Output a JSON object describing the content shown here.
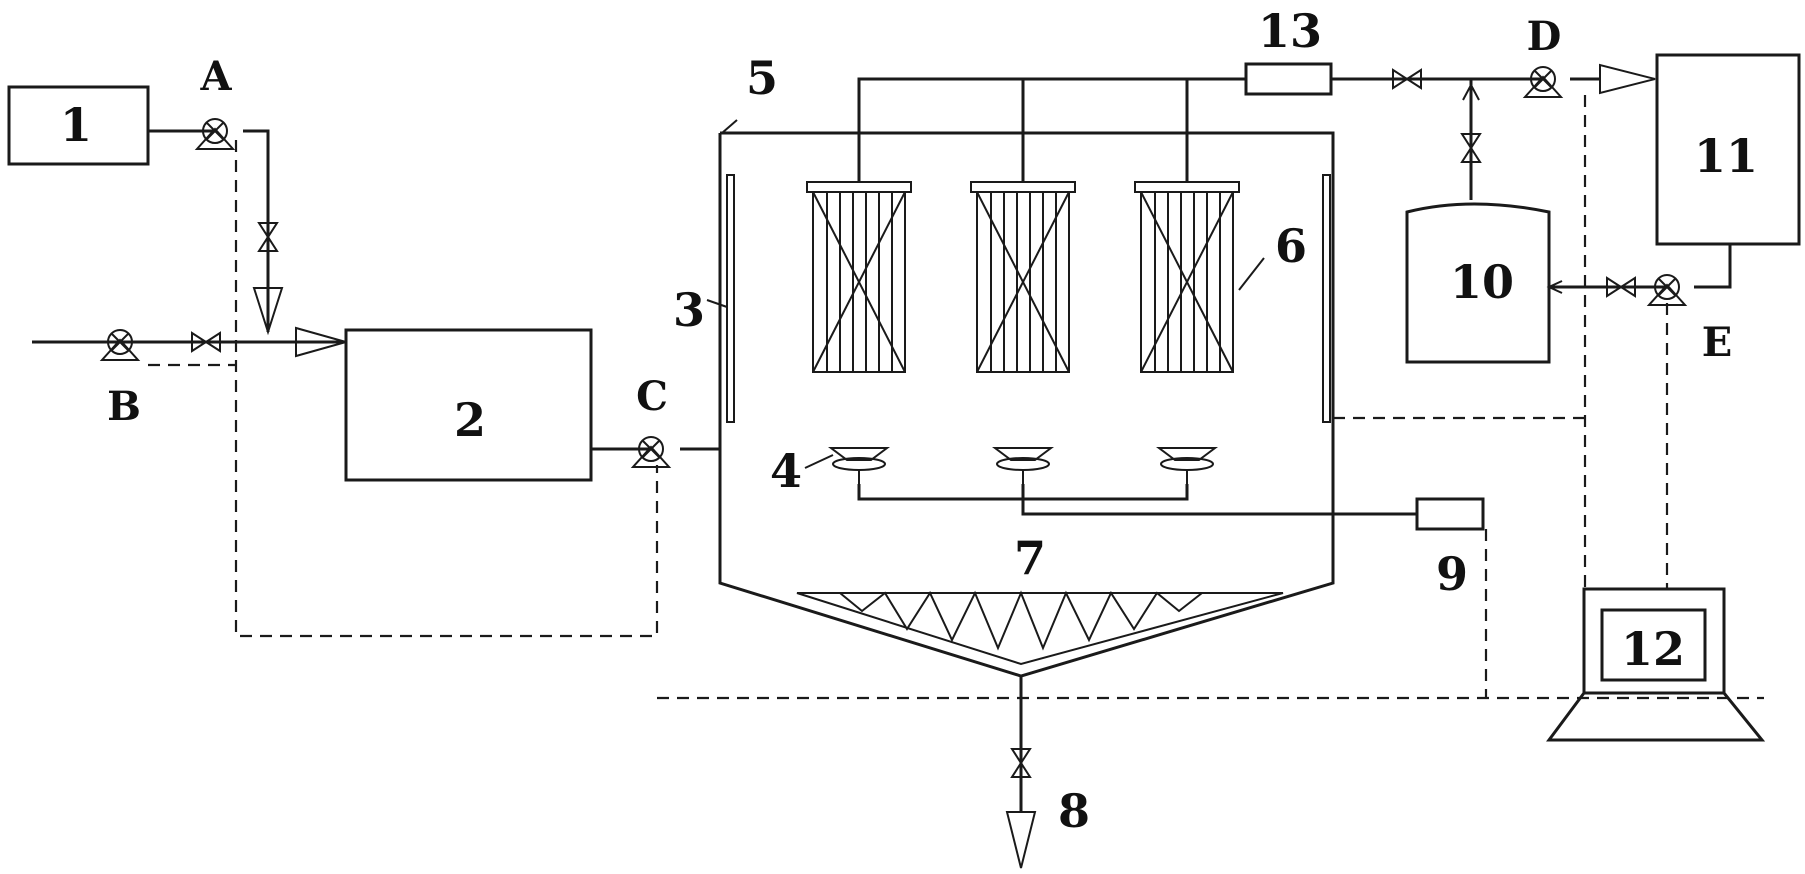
{
  "labels": {
    "n1": "1",
    "n2": "2",
    "n3": "3",
    "n4": "4",
    "n5": "5",
    "n6": "6",
    "n7": "7",
    "n8": "8",
    "n9": "9",
    "n10": "10",
    "n11": "11",
    "n12": "12",
    "n13": "13"
  },
  "pumps": {
    "A": "A",
    "B": "B",
    "C": "C",
    "D": "D",
    "E": "E"
  }
}
